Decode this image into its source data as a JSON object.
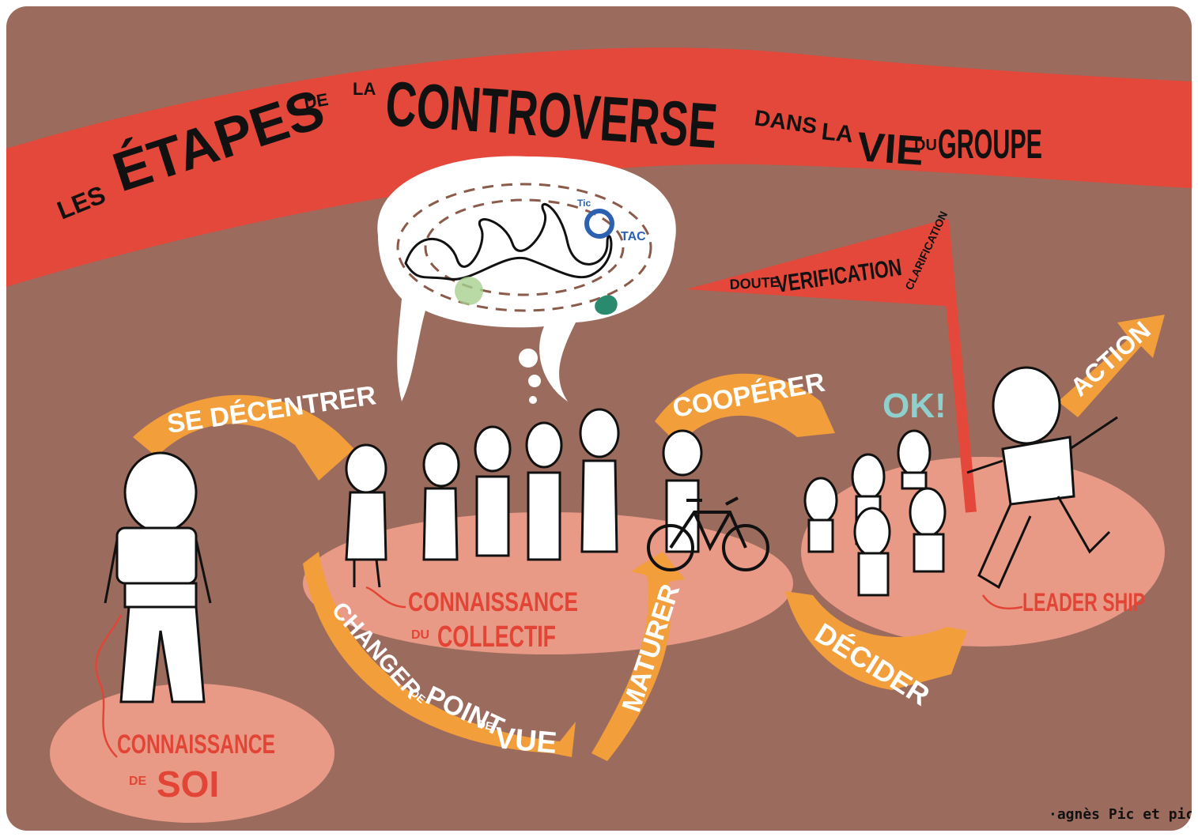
{
  "title": {
    "les": "LES",
    "etapes": "ÉTAPES",
    "de": "DE",
    "la": "LA",
    "controverse": "CONTROVERSE",
    "dans": "DANS",
    "la2": "LA",
    "vie": "VIE",
    "du": "DU",
    "groupe": "GROUPE"
  },
  "bubble": {
    "tic": "Tic",
    "tac": "TAC"
  },
  "flag": {
    "doute": "DOUTE",
    "verification": "VERIFICATION",
    "clarification": "CLARIFICATION"
  },
  "arrows": {
    "se_decentrer": "SE DÉCENTRER",
    "cooperer": "COOPÉRER",
    "action": "ACTION",
    "changer": "CHANGER",
    "de1": "DE",
    "point": "POINT",
    "de2": "DE",
    "vue": "VUE",
    "maturer": "MATURER",
    "decider": "DÉCIDER"
  },
  "islands": {
    "connaissance_soi_1": "CONNAISSANCE",
    "connaissance_soi_de": "DE",
    "connaissance_soi_2": "SOI",
    "connaissance_collectif_1": "CONNAISSANCE",
    "connaissance_collectif_du": "DU",
    "connaissance_collectif_2": "COLLECTIF",
    "leadership": "LEADER SHIP"
  },
  "ok": "OK!",
  "signature": "·agnès Pic et pic·",
  "colors": {
    "background": "#9b6b5e",
    "banner": "#e3483a",
    "island": "#e99a86",
    "arrow": "#f29e3a",
    "ink": "#111111",
    "island_text": "#e24536",
    "ok": "#8fd0cc"
  }
}
